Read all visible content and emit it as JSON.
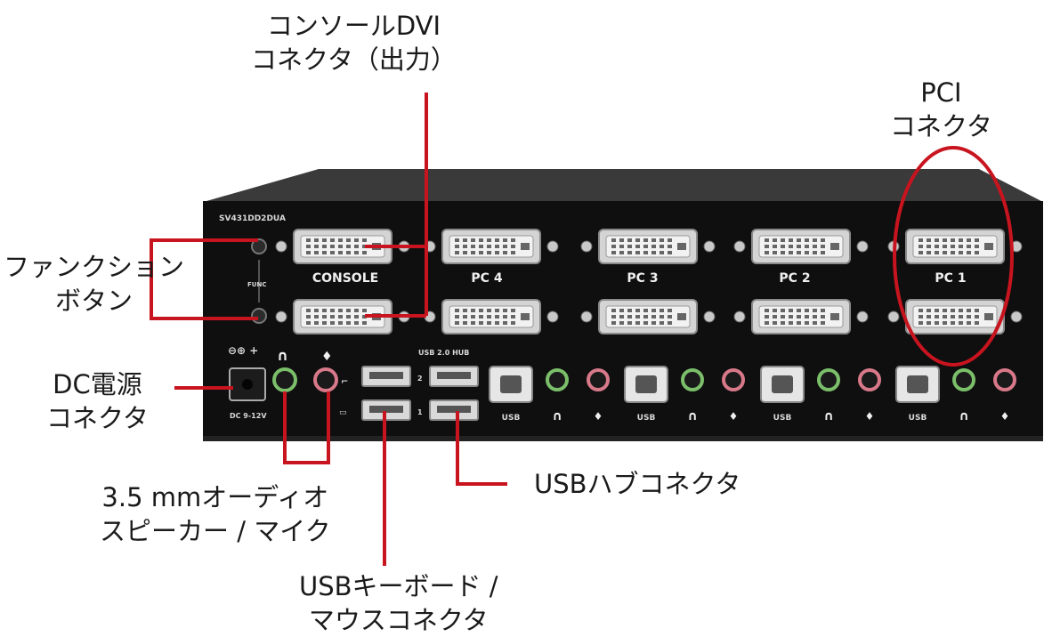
{
  "labels": {
    "console_dvi": [
      "コンソールDVI",
      "コネクタ（出力）"
    ],
    "pci": [
      "PCI",
      "コネクタ"
    ],
    "function_button": [
      "ファンクション",
      "ボタン"
    ],
    "dc_power": [
      "DC電源",
      "コネクタ"
    ],
    "audio": [
      "3.5 mmオーディオ",
      "スピーカー / マイク"
    ],
    "usb_hub": "USBハブコネクタ",
    "usb_keyboard": [
      "USBキーボード /",
      "マウスコネクタ"
    ]
  },
  "panel": {
    "model": "SV431DD2DUA",
    "func": "FUNC",
    "ports": [
      "CONSOLE",
      "PC 4",
      "PC 3",
      "PC 2",
      "PC 1"
    ],
    "usb_hub_title": "USB 2.0 HUB",
    "usb_label": "USB",
    "dc_label": "DC 9-12V",
    "usb_num_top": "2",
    "usb_num_bottom": "1"
  },
  "colors": {
    "callout": "#c8141e",
    "panel": "#0f0f0f",
    "panel_top": "#2a2a2a",
    "audio_green": "#7bbf6a",
    "audio_pink": "#d8798a"
  }
}
